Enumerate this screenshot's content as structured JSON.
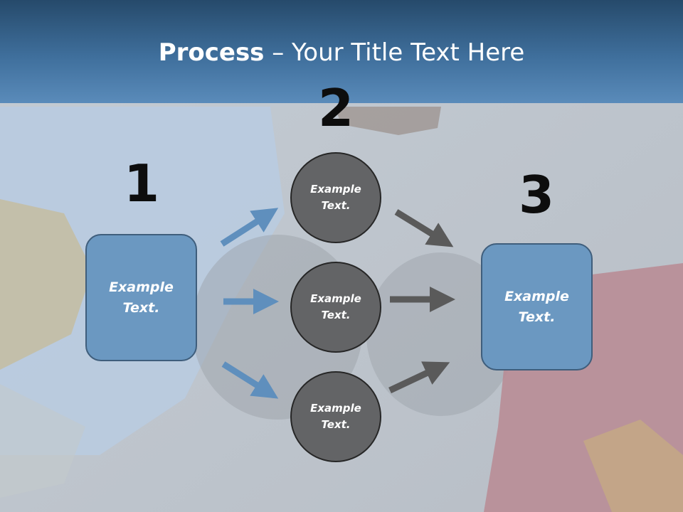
{
  "slide": {
    "title_bold": "Process",
    "title_rest": " – Your Title Text Here",
    "steps": [
      {
        "number": "1",
        "text": "Example Text."
      },
      {
        "number": "2",
        "items": [
          "Example Text.",
          "Example Text.",
          "Example Text."
        ]
      },
      {
        "number": "3",
        "text": "Example Text."
      }
    ]
  },
  "colors": {
    "header": "#3f6f9c",
    "box_fill": "#6b98c1",
    "circle_fill": "#636466",
    "arrow_blue": "#5f8fbd",
    "arrow_gray": "#5a5a5a"
  }
}
